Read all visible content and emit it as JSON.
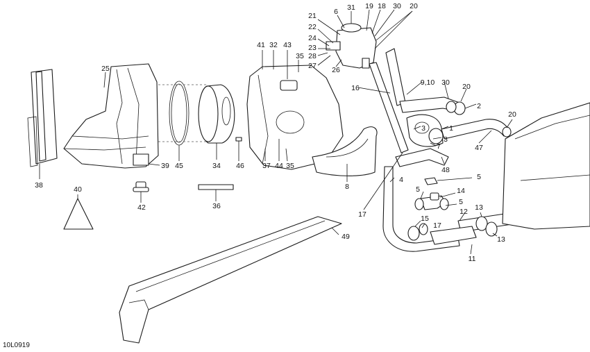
{
  "reference_code": "10L0919",
  "callouts": [
    {
      "label": "31"
    },
    {
      "label": "6"
    },
    {
      "label": "19"
    },
    {
      "label": "18"
    },
    {
      "label": "30"
    },
    {
      "label": "20"
    },
    {
      "label": "21"
    },
    {
      "label": "22"
    },
    {
      "label": "24"
    },
    {
      "label": "23"
    },
    {
      "label": "28"
    },
    {
      "label": "27"
    },
    {
      "label": "26"
    },
    {
      "label": "41"
    },
    {
      "label": "32"
    },
    {
      "label": "43"
    },
    {
      "label": "35"
    },
    {
      "label": "25"
    },
    {
      "label": "16"
    },
    {
      "label": "9,10"
    },
    {
      "label": "30"
    },
    {
      "label": "20"
    },
    {
      "label": "2"
    },
    {
      "label": "20"
    },
    {
      "label": "1"
    },
    {
      "label": "3"
    },
    {
      "label": "3"
    },
    {
      "label": "7"
    },
    {
      "label": "47"
    },
    {
      "label": "48"
    },
    {
      "label": "38"
    },
    {
      "label": "39"
    },
    {
      "label": "45"
    },
    {
      "label": "34"
    },
    {
      "label": "46"
    },
    {
      "label": "37"
    },
    {
      "label": "44"
    },
    {
      "label": "35"
    },
    {
      "label": "8"
    },
    {
      "label": "4"
    },
    {
      "label": "5"
    },
    {
      "label": "5"
    },
    {
      "label": "14"
    },
    {
      "label": "5"
    },
    {
      "label": "40"
    },
    {
      "label": "42"
    },
    {
      "label": "36"
    },
    {
      "label": "17"
    },
    {
      "label": "12"
    },
    {
      "label": "15"
    },
    {
      "label": "17"
    },
    {
      "label": "13"
    },
    {
      "label": "13"
    },
    {
      "label": "49"
    },
    {
      "label": "11"
    }
  ]
}
